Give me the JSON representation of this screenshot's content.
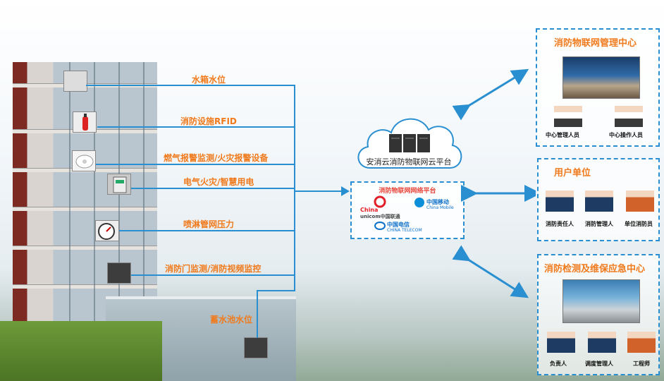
{
  "building_labels": [
    "水箱水位",
    "消防设施RFID",
    "燃气报警监测/火灾报警设备",
    "电气火灾/智慧用电",
    "喷淋管网压力",
    "消防门监测/消防视频监控",
    "蓄水池水位"
  ],
  "cloud": {
    "label": "安消云消防物联网云平台"
  },
  "network": {
    "title": "消防物联网网络平台",
    "unicom_line1": "China",
    "unicom_line2": "unicom中国联通",
    "mobile_line1": "中国移动",
    "mobile_line2": "China Mobile",
    "telecom_line1": "中国电信",
    "telecom_line2": "CHINA TELECOM"
  },
  "panels": {
    "management_center": {
      "title": "消防物联网管理中心",
      "people": [
        "中心管理人员",
        "中心操作人员"
      ]
    },
    "user_unit": {
      "title": "用户单位",
      "people": [
        "消防责任人",
        "消防管理人",
        "单位消防员"
      ]
    },
    "maintenance_center": {
      "title": "消防检测及维保应急中心",
      "people": [
        "负责人",
        "调度管理人",
        "工程师"
      ]
    }
  },
  "colors": {
    "accent_orange": "#f07a1c",
    "line_blue": "#2a8fd0",
    "building_brick": "#7c2a22"
  }
}
